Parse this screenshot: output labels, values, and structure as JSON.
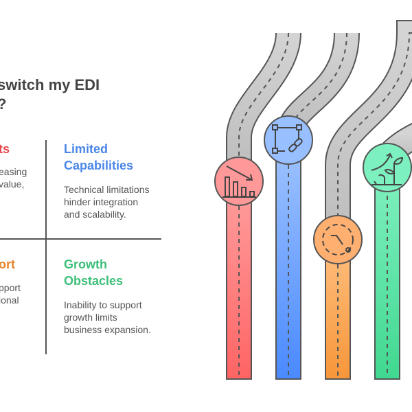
{
  "title": "switch my EDI\n?",
  "quadrants": [
    {
      "heading": "ts",
      "description": "easing\nvalue,",
      "color": "#e8474a"
    },
    {
      "heading": "Limited\nCapabilities",
      "description": "Technical limitations\nhinder integration\nand scalability.",
      "color": "#4a86e8"
    },
    {
      "heading": "ort",
      "description": "pport\nional",
      "color": "#e8832a"
    },
    {
      "heading": "Growth\nObstacles",
      "description": "Inability to support\ngrowth limits\nbusiness expansion.",
      "color": "#3cbf78"
    }
  ],
  "roads": [
    {
      "icon": "declining-bar-chart-icon",
      "color_top": "#ffa0a0",
      "color_bottom": "#ff6464"
    },
    {
      "icon": "linked-nodes-icon",
      "color_top": "#a0c4ff",
      "color_bottom": "#4a8aff"
    },
    {
      "icon": "clock-icon",
      "color_top": "#ffc080",
      "color_bottom": "#f7963a"
    },
    {
      "icon": "growing-plant-icon",
      "color_top": "#80f0c0",
      "color_bottom": "#40d890"
    }
  ]
}
